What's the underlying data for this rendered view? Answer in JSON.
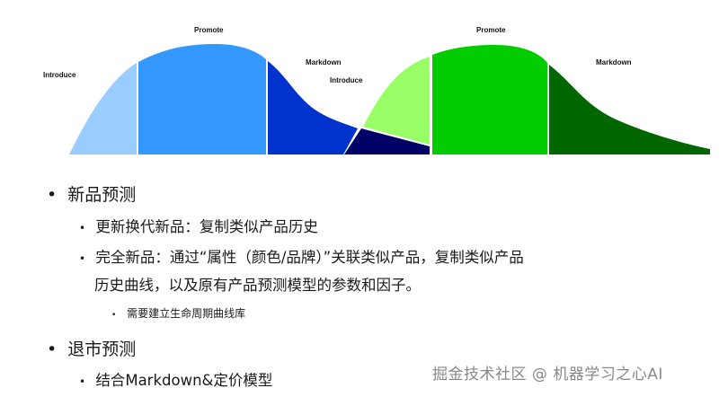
{
  "diagram": {
    "product1": {
      "stages": [
        {
          "name": "Introduce",
          "color": "#99ccff"
        },
        {
          "name": "Promote",
          "color": "#3399ff"
        },
        {
          "name": "Markdown",
          "color": "#0033cc"
        }
      ],
      "labels": {
        "introduce": "Introduce",
        "promote": "Promote",
        "markdown": "Markdown"
      }
    },
    "product2": {
      "stages": [
        {
          "name": "Introduce",
          "color": "#99ff66"
        },
        {
          "name": "Promote",
          "color": "#00cc00"
        },
        {
          "name": "Markdown",
          "color": "#006600"
        }
      ],
      "labels": {
        "introduce": "Introduce",
        "promote": "Promote",
        "markdown": "Markdown"
      }
    },
    "overlap_color": "#000066"
  },
  "bullets": {
    "new_product": {
      "title": "新品预测",
      "items": [
        "更新换代新品：复制类似产品历史",
        "完全新品：通过“属性（颜色/品牌）”关联类似产品，复制类似产品",
        "历史曲线，以及原有产品预测模型的参数和因子。"
      ],
      "sub_items": [
        "需要建立生命周期曲线库"
      ]
    },
    "exit": {
      "title": "退市预测",
      "items": [
        "结合Markdown&定价模型"
      ]
    }
  },
  "watermark": "掘金技术社区 @ 机器学习之心AI"
}
